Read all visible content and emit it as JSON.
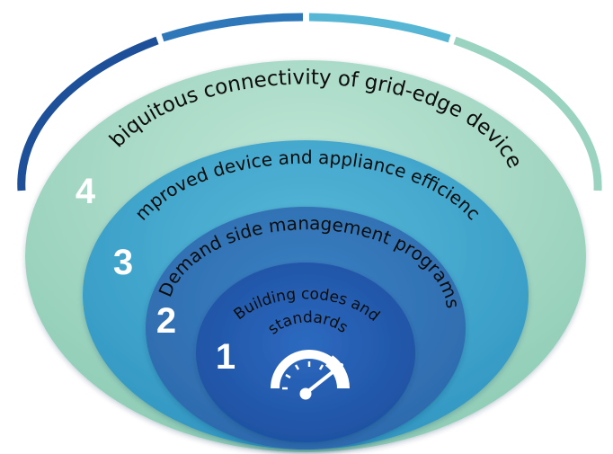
{
  "diagram": {
    "layers": [
      {
        "number": "4",
        "label": "Ubiquitous connectivity of grid-edge devices",
        "color": "#a6dbc6"
      },
      {
        "number": "3",
        "label": "Improved device and appliance efficiency",
        "color": "#3fa7cc"
      },
      {
        "number": "2",
        "label": "Demand side management programs",
        "color": "#2f6fb2"
      },
      {
        "number": "1",
        "label_line1": "Building codes and",
        "label_line2": "standards",
        "color": "#1f56ad"
      }
    ],
    "top_arc_colors": [
      "#1e4f99",
      "#2e77b8",
      "#56b6d3",
      "#9ad3c0"
    ],
    "icon": "speedometer-icon"
  }
}
